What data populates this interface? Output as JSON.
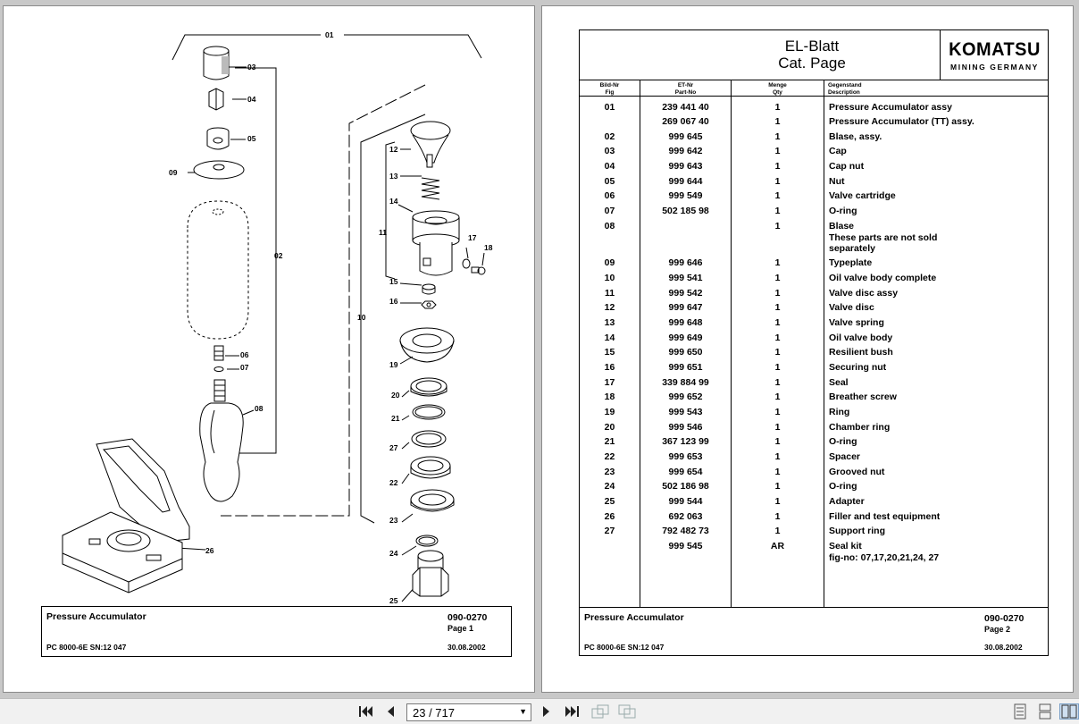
{
  "page1": {
    "footer": {
      "title": "Pressure Accumulator",
      "code": "090-0270",
      "page": "Page 1",
      "model": "PC 8000-6E SN:12 047",
      "date": "30.08.2002"
    },
    "callouts": [
      "01",
      "02",
      "03",
      "04",
      "05",
      "06",
      "07",
      "08",
      "09",
      "10",
      "11",
      "12",
      "13",
      "14",
      "15",
      "16",
      "17",
      "18",
      "19",
      "20",
      "21",
      "22",
      "23",
      "24",
      "25",
      "26",
      "27"
    ]
  },
  "page2": {
    "title": "EL-Blatt",
    "subtitle": "Cat. Page",
    "logo": {
      "brand": "KOMATSU",
      "sub": "MINING GERMANY"
    },
    "columns": [
      {
        "de": "Bild-Nr",
        "en": "Fig"
      },
      {
        "de": "ET-Nr",
        "en": "Part-No"
      },
      {
        "de": "Menge",
        "en": "Qty"
      },
      {
        "de": "Gegenstand",
        "en": "Description"
      }
    ],
    "rows": [
      {
        "fig": "01",
        "part": "239 441 40",
        "qty": "1",
        "desc": "Pressure Accumulator assy"
      },
      {
        "fig": "",
        "part": "269 067 40",
        "qty": "1",
        "desc": "Pressure Accumulator (TT) assy."
      },
      {
        "fig": "02",
        "part": "999 645",
        "qty": "1",
        "desc": "Blase, assy."
      },
      {
        "fig": "03",
        "part": "999 642",
        "qty": "1",
        "desc": "Cap"
      },
      {
        "fig": "04",
        "part": "999 643",
        "qty": "1",
        "desc": "Cap nut"
      },
      {
        "fig": "05",
        "part": "999 644",
        "qty": "1",
        "desc": "Nut"
      },
      {
        "fig": "06",
        "part": "999 549",
        "qty": "1",
        "desc": "Valve cartridge"
      },
      {
        "fig": "07",
        "part": "502 185 98",
        "qty": "1",
        "desc": "O-ring"
      },
      {
        "fig": "08",
        "part": "",
        "qty": "1",
        "desc": "Blase",
        "desc2": "These parts are not sold",
        "desc3": "separately"
      },
      {
        "fig": "09",
        "part": "999 646",
        "qty": "1",
        "desc": "Typeplate"
      },
      {
        "fig": "10",
        "part": "999 541",
        "qty": "1",
        "desc": "Oil valve body complete"
      },
      {
        "fig": "11",
        "part": "999 542",
        "qty": "1",
        "desc": "Valve disc assy"
      },
      {
        "fig": "12",
        "part": "999 647",
        "qty": "1",
        "desc": "Valve disc"
      },
      {
        "fig": "13",
        "part": "999 648",
        "qty": "1",
        "desc": "Valve spring"
      },
      {
        "fig": "14",
        "part": "999 649",
        "qty": "1",
        "desc": "Oil valve body"
      },
      {
        "fig": "15",
        "part": "999 650",
        "qty": "1",
        "desc": "Resilient bush"
      },
      {
        "fig": "16",
        "part": "999 651",
        "qty": "1",
        "desc": "Securing nut"
      },
      {
        "fig": "17",
        "part": "339 884 99",
        "qty": "1",
        "desc": "Seal"
      },
      {
        "fig": "18",
        "part": "999 652",
        "qty": "1",
        "desc": "Breather screw"
      },
      {
        "fig": "19",
        "part": "999 543",
        "qty": "1",
        "desc": "Ring"
      },
      {
        "fig": "20",
        "part": "999 546",
        "qty": "1",
        "desc": "Chamber ring"
      },
      {
        "fig": "21",
        "part": "367 123 99",
        "qty": "1",
        "desc": "O-ring"
      },
      {
        "fig": "22",
        "part": "999 653",
        "qty": "1",
        "desc": "Spacer"
      },
      {
        "fig": "23",
        "part": "999 654",
        "qty": "1",
        "desc": "Grooved nut"
      },
      {
        "fig": "24",
        "part": "502 186 98",
        "qty": "1",
        "desc": "O-ring"
      },
      {
        "fig": "25",
        "part": "999 544",
        "qty": "1",
        "desc": "Adapter"
      },
      {
        "fig": "26",
        "part": "692 063",
        "qty": "1",
        "desc": "Filler and test equipment"
      },
      {
        "fig": "27",
        "part": "792 482 73",
        "qty": "1",
        "desc": "Support ring"
      },
      {
        "fig": "",
        "part": "999 545",
        "qty": "AR",
        "desc": "Seal kit",
        "desc2": "fig-no: 07,17,20,21,24, 27"
      }
    ],
    "footer": {
      "title": "Pressure Accumulator",
      "code": "090-0270",
      "page": "Page 2",
      "model": "PC 8000-6E SN:12 047",
      "date": "30.08.2002"
    }
  },
  "toolbar": {
    "page_indicator": "23 / 717"
  }
}
